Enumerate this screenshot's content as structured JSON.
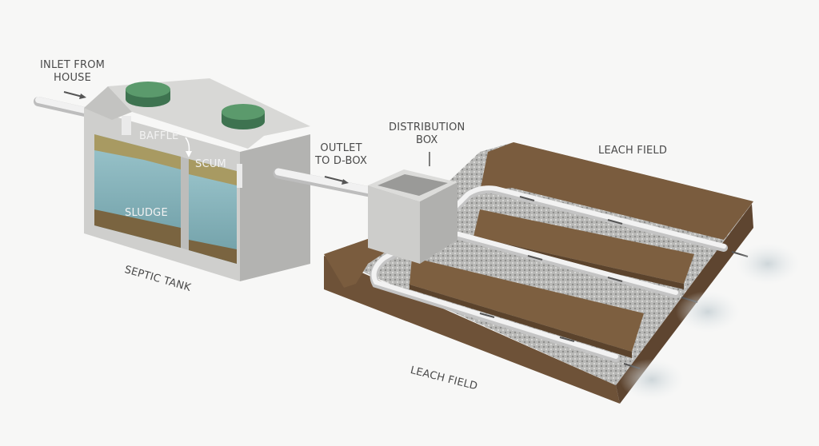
{
  "labels": {
    "inlet": "INLET FROM\nHOUSE",
    "inlet_line1": "INLET FROM",
    "inlet_line2": "HOUSE",
    "baffle": "BAFFLE",
    "scum": "SCUM",
    "sludge": "SLUDGE",
    "septic_tank": "SEPTIC TANK",
    "outlet_line1": "OUTLET",
    "outlet_line2": "TO D-BOX",
    "dbox_line1": "DISTRIBUTION",
    "dbox_line2": "BOX",
    "leach_field_top": "LEACH FIELD",
    "leach_field_bottom": "LEACH FIELD"
  },
  "colors": {
    "concrete": "#c9c9c7",
    "lid": "#4f8a5f",
    "water": "#8fbcc4",
    "scum": "#a89a62",
    "soil": "#6e5238",
    "gravel": "#b8b8b6",
    "pipe": "#eeeeee"
  }
}
